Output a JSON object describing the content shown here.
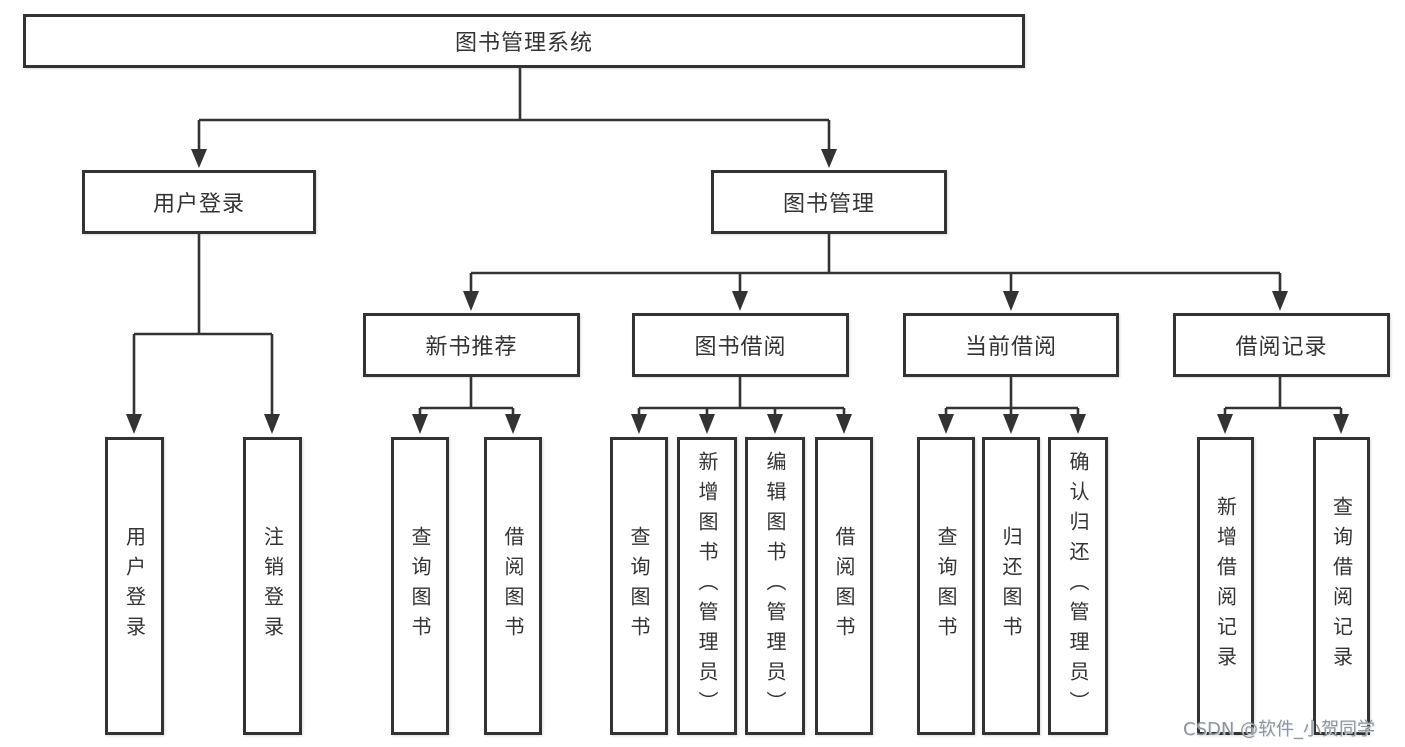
{
  "diagram_title": "图书管理系统",
  "tree": {
    "label": "图书管理系统",
    "children": [
      {
        "label": "用户登录",
        "children": [
          {
            "label": "用户登录"
          },
          {
            "label": "注销登录"
          }
        ]
      },
      {
        "label": "图书管理",
        "children": [
          {
            "label": "新书推荐",
            "children": [
              {
                "label": "查询图书"
              },
              {
                "label": "借阅图书"
              }
            ]
          },
          {
            "label": "图书借阅",
            "children": [
              {
                "label": "查询图书"
              },
              {
                "label": "新增图书（管理员）"
              },
              {
                "label": "编辑图书（管理员）"
              },
              {
                "label": "借阅图书"
              }
            ]
          },
          {
            "label": "当前借阅",
            "children": [
              {
                "label": "查询图书"
              },
              {
                "label": "归还图书"
              },
              {
                "label": "确认归还（管理员）"
              }
            ]
          },
          {
            "label": "借阅记录",
            "children": [
              {
                "label": "新增借阅记录"
              },
              {
                "label": "查询借阅记录"
              }
            ]
          }
        ]
      }
    ]
  },
  "watermark": "CSDN @软件_小贺同学",
  "colors": {
    "line": "#333333",
    "box_border": "#333333",
    "text": "#333333",
    "watermark": "#90959c",
    "background": "#ffffff"
  }
}
